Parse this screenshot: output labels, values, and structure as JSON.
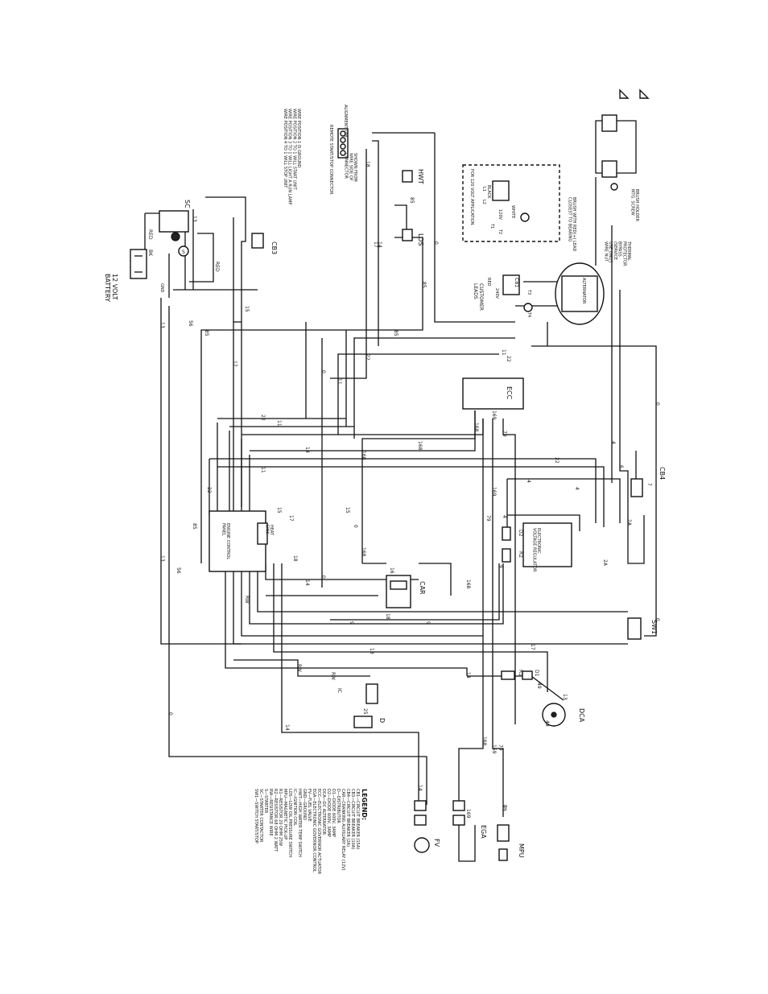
{
  "diagram": {
    "legend": {
      "title": "LEGEND:",
      "items": [
        "CB1—CIRCUIT BREAKER (15A)",
        "CB3—CIRCUIT BREAKER (10A)",
        "CB4—CIRCUIT BREAKER (2A)",
        "CAR—CRANKING AUXILIARY RELAY (12V)",
        "D—DISTRIBUTOR",
        "D1—DIODE 600V, 3AMP",
        "D2—DIODE 600V, 3AMP",
        "DCA—DC ALTERNATOR",
        "ECC—ELECTRONIC GOVERNOR ACTUATOR",
        "EGA—ELECTRONIC GOVERNOR CONTROL",
        "FV—FUEL VALVE",
        "GND—GROUND",
        "HWT—HIGH WATER TEMP SWITCH",
        "IC—IGNITION COIL",
        "LOS—LOW OIL PRESSURE SWITCH",
        "MPU—MAGNETIC PICK-UP",
        "R1—RESISTOR 20 OHM 25W",
        "R2—RESISTOR 68 OHM 2 WATT",
        "RW—RESISTANCE WIRE",
        "S—STARTER",
        "SC—STARTER CONTACTOR",
        "SW1—SWITCH START/STOP"
      ]
    },
    "components": {
      "sc": "SC",
      "cb3": "CB3",
      "battery": "12 VOLT\nBATTERY",
      "battery_red": "RED",
      "battery_bk": "BK",
      "starter_red": "RED",
      "gnd": "GND",
      "hwt": "HWT",
      "los": "LOS",
      "ecc": "ECC",
      "cb4": "CB4",
      "d2": "D2",
      "r2": "R2",
      "car": "CAR",
      "sw1": "SW1",
      "r1": "R1",
      "d1": "D1",
      "dca": "DCA",
      "ic": "IC",
      "rw": "RW",
      "d": "D",
      "fv": "FV",
      "ega": "EGA",
      "mpu": "MPU",
      "engine_panel": "ENGINE CONTROL\nPANEL",
      "heat_sink": "HEAT\nSINK",
      "regulator": "ELECTRONIC\nVOLTAGE REGULATOR",
      "alternator": "ALTERNATOR",
      "customer_leads": "CUSTOMER\nLEADS",
      "cb1": "CB1",
      "for_120": "FOR 120 VOLT APPLICATION",
      "black": "BLACK",
      "white": "WHITE",
      "red": "RED",
      "brush_holder": "BRUSH HOLDER\nMTG. SCREW",
      "brush_note": "BRUSH WITH RED(+) LEAD\nCLOSEST TO BEARING",
      "thermal": "THERMAL\nPROTECTOR\nBYPASS\n(SERVICE\nUSE ONLY)\nWIRE NUT",
      "shown_from": "SHOWN FROM\nWIRE SIDE OF\nCONNECTOR",
      "remote_connector": "REMOTE START/STOP CONNECTOR",
      "alignment_tab": "ALIGNMENT TAB",
      "wire_positions": "WIRE POSITION 1 IS GROUND\nWIRE POSITION 2 TO 1 WILL START UNIT\nWIRE POSITION 3 TO 1 WILL LIGHT A RUN LAMP\nWIRE POSITION 4 TO 1 WILL STOP UNIT",
      "v120": "120V",
      "v240": "240V",
      "t1": "T1",
      "t2": "T2",
      "t3": "T3",
      "t4": "T4",
      "l1": "L1",
      "l2": "L2",
      "s_label": "S"
    },
    "wire_numbers": {
      "w0": "0",
      "w4": "4",
      "w5": "5",
      "w6": "6",
      "w7": "7",
      "w9": "9",
      "w11": "11",
      "w12": "12",
      "w13": "13",
      "w14": "14",
      "w15": "15",
      "w16": "16",
      "w17": "17",
      "w18": "18",
      "w22": "22",
      "w25": "25",
      "w49": "49",
      "w56": "56",
      "w79": "79",
      "w85": "85",
      "w168": "168",
      "w169": "169",
      "w2A": "2A",
      "wRW": "RW"
    }
  }
}
